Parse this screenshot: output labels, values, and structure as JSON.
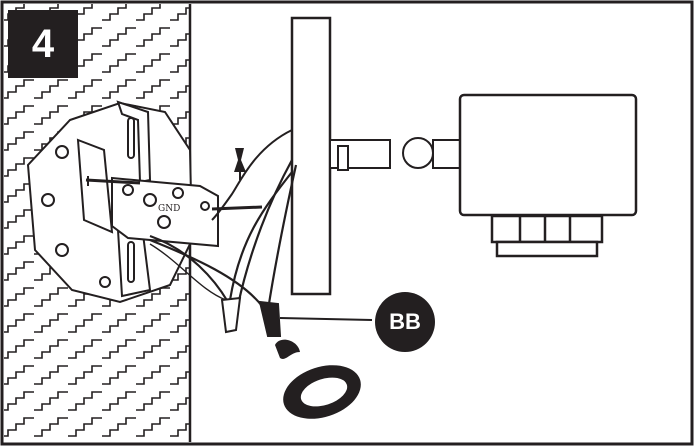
{
  "figure": {
    "step_number": "4",
    "ground_label": "GND",
    "callout_label": "BB",
    "colors": {
      "ink": "#231f20",
      "paper": "#ffffff",
      "wall_hatch": "#231f20",
      "badge": "#231f20"
    }
  }
}
